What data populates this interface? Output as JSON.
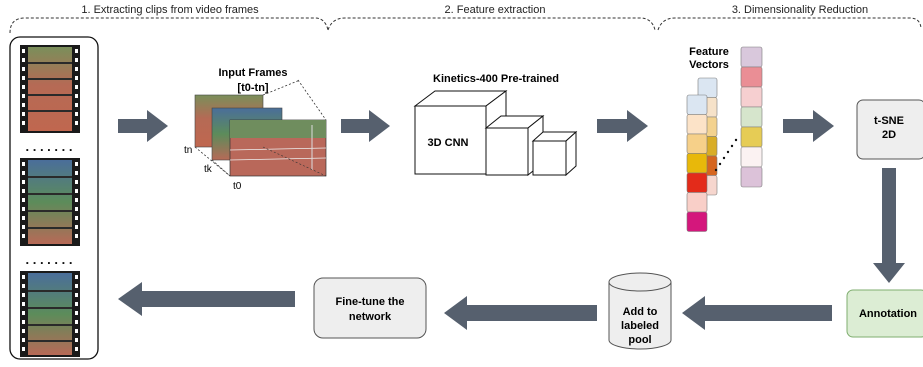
{
  "stages": {
    "stage1": "1. Extracting clips from video frames",
    "stage2": "2. Feature extraction",
    "stage3": "3. Dimensionality Reduction"
  },
  "clips": {
    "dots_1": ". . . . . . .",
    "dots_2": ". . . . . . ."
  },
  "input_frames": {
    "title": "Input Frames",
    "range": "[t0-tn]",
    "tn": "tn",
    "tk": "tk",
    "t0": "t0"
  },
  "cnn": {
    "pretrained_label": "Kinetics-400 Pre-trained",
    "label": "3D CNN"
  },
  "features": {
    "label_line1": "Feature",
    "label_line2": "Vectors"
  },
  "tsne": {
    "line1": "t-SNE",
    "line2": "2D"
  },
  "annotation": {
    "label": "Annotation"
  },
  "pool": {
    "line1": "Add to",
    "line2": "labeled",
    "line3": "pool"
  },
  "finetune": {
    "line1": "Fine-tune the",
    "line2": "network"
  },
  "colors": {
    "arrow": "#56606e",
    "annotation_fill": "#dcedd4",
    "annotation_stroke": "#7fae6f",
    "box_fill": "#eeeeee",
    "box_stroke": "#555555",
    "fv1": [
      "#dbe6f2",
      "#fce3c8",
      "#f6d089",
      "#e8b80a",
      "#e32b1a",
      "#f9cfc8",
      "#d4177c"
    ],
    "fv2": [
      "#dbe6f2",
      "#f6e2c9",
      "#f3d28f",
      "#d9ad27",
      "#d6651f",
      "#f6d6ce"
    ],
    "fv3": [
      "#d9c8dc",
      "#ea8e95",
      "#f6cfd0",
      "#d6e5cc",
      "#e6cc55",
      "#fbf2f2",
      "#dcc2d9"
    ]
  }
}
